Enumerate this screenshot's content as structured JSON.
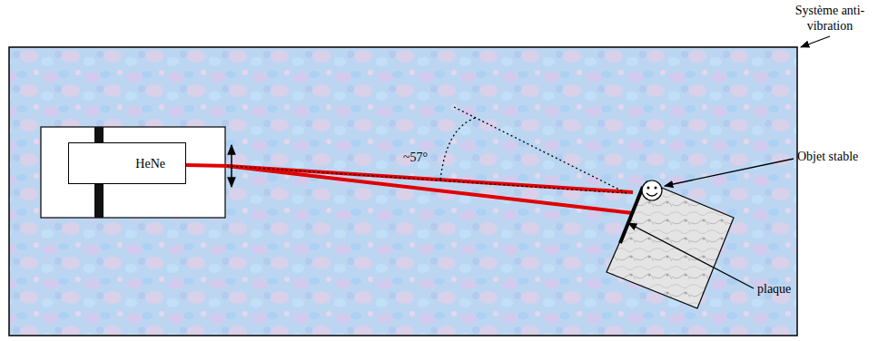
{
  "diagram": {
    "nodes": [
      {
        "text": [
          "HeNe"
        ]
      }
    ],
    "labels": [
      "Système anti-vibration",
      "Objet stable",
      "plaque",
      "~57°"
    ]
  }
}
